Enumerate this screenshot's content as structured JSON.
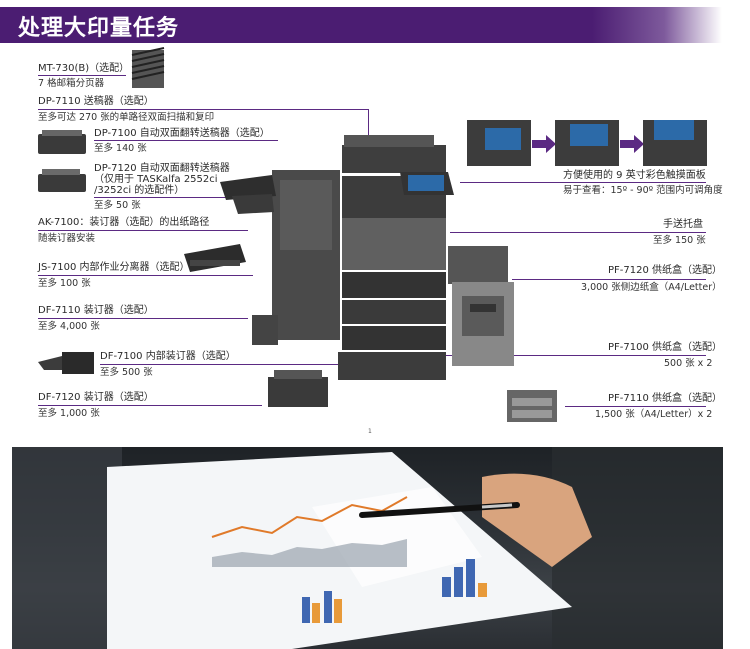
{
  "header": {
    "title": "处理大印量任务"
  },
  "page_number": "1",
  "left_labels": {
    "mt730": {
      "name": "MT-730(B)（选配）",
      "desc": "7 格邮箱分页器"
    },
    "dp7110": {
      "name": "DP-7110 送稿器（选配）",
      "desc": "至多可达 270 张的单路径双面扫描和复印"
    },
    "dp7100": {
      "name": "DP-7100 自动双面翻转送稿器（选配）",
      "desc": "至多 140 张"
    },
    "dp7120": {
      "name_l1": "DP-7120 自动双面翻转送稿器",
      "name_l2": "（仅用于 TASKalfa 2552ci",
      "name_l3": "/3252ci 的选配件）",
      "desc": "至多 50 张"
    },
    "ak7100": {
      "name": "AK-7100：装订器（选配）的出纸路径",
      "desc": "随装订器安装"
    },
    "js7100": {
      "name": "JS-7100 内部作业分离器（选配）",
      "desc": "至多 100 张"
    },
    "df7110": {
      "name": "DF-7110 装订器（选配）",
      "desc": "至多 4,000 张"
    },
    "df7100": {
      "name": "DF-7100 内部装订器（选配）",
      "desc": "至多 500 张"
    },
    "df7120": {
      "name": "DF-7120 装订器（选配）",
      "desc": "至多 1,000 张"
    }
  },
  "right_labels": {
    "touch": {
      "name": "方便使用的 9 英寸彩色触摸面板",
      "desc": "易于查看：15º - 90º 范围内可调角度"
    },
    "bypass": {
      "name": "手送托盘",
      "desc": "至多 150 张"
    },
    "pf7120": {
      "name": "PF-7120 供纸盒（选配）",
      "desc": "3,000 张侧边纸盒（A4/Letter）"
    },
    "pf7100": {
      "name": "PF-7100 供纸盒（选配）",
      "desc": "500 张 x 2"
    },
    "pf7110": {
      "name": "PF-7110 供纸盒（选配）",
      "desc": "1,500 张（A4/Letter）x 2"
    }
  },
  "colors": {
    "accent": "#4b1d72",
    "line": "#5b2a83"
  },
  "icons": [
    "arrow-right-icon",
    "arrow-right-icon"
  ]
}
